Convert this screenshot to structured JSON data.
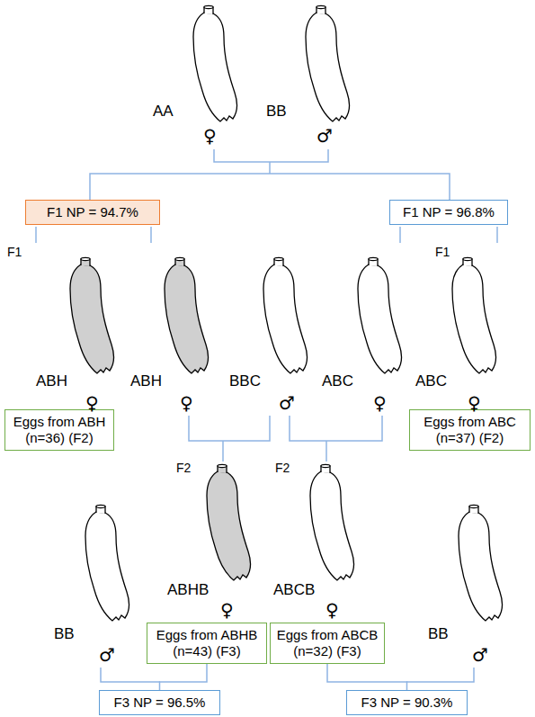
{
  "diagram": {
    "nodes": [
      {
        "text": [
          "F1 NP = 94.7%"
        ]
      },
      {
        "text": [
          "F1 NP = 96.8%"
        ]
      },
      {
        "text": [
          "Eggs from ABH (n=36) (F2)"
        ]
      },
      {
        "text": [
          "Eggs from ABC (n=37) (F2)"
        ]
      },
      {
        "text": [
          "Eggs from ABHB (n=43) (F3)"
        ]
      },
      {
        "text": [
          "Eggs from ABCB (n=32) (F3)"
        ]
      },
      {
        "text": [
          "F3 NP = 96.5%"
        ]
      },
      {
        "text": [
          "F3 NP = 90.3%"
        ]
      }
    ],
    "edges": [
      {
        "from": 4,
        "to": 6,
        "arrow": "none"
      },
      {
        "from": 5,
        "to": 7,
        "arrow": "none"
      }
    ],
    "labels": [
      "AA",
      "♀",
      "BB",
      "♂",
      "F1",
      "F1",
      "ABH",
      "♀",
      "ABH",
      "♀",
      "BBC",
      "♂",
      "ABC",
      "♀",
      "ABC",
      "♀",
      "F2",
      "F2",
      "BB",
      "♂",
      "ABHB",
      "♀",
      "ABCB",
      "♀",
      "BB",
      "♂"
    ]
  }
}
